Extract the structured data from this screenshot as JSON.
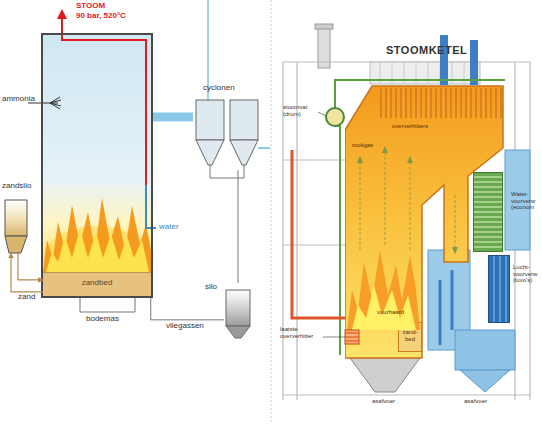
{
  "diagram": {
    "title": "STOOMKETEL",
    "nodes": [
      {
        "text": [
          "water"
        ]
      },
      {
        "text": [
          "zandbed"
        ],
        "in": 0
      },
      {
        "text": [
          "zandsilo"
        ]
      },
      {
        "text": [
          "cyclonen"
        ]
      },
      {
        "text": [
          "silo"
        ]
      },
      {
        "text": [
          "rookgas",
          "vuurhaard"
        ]
      },
      {
        "text": [
          "zand-bed"
        ],
        "in": 5
      },
      {
        "text": [
          "Water-voorverw (econom"
        ]
      },
      {
        "text": [
          "Lucht-voorverw (luvo's)"
        ]
      }
    ],
    "edges": [
      {
        "from": 0,
        "to": 3,
        "arrow": "none"
      },
      {
        "from": 3,
        "to": 4,
        "arrow": "none"
      },
      {
        "from": 2,
        "to": 1,
        "arrow": "to"
      },
      {
        "from": 1,
        "to": 2,
        "label": "zand",
        "arrow": "to"
      },
      {
        "from": 0,
        "to": 4,
        "label": "vliegassen",
        "arrow": "none"
      }
    ],
    "labels": [
      "STOOM",
      "90 bar, 520°C",
      "ammonia",
      "bodemas",
      "stoomvat (drum)",
      "oververhitters",
      "laatste oververhitter",
      "asafvoer",
      "asafvoer"
    ]
  }
}
